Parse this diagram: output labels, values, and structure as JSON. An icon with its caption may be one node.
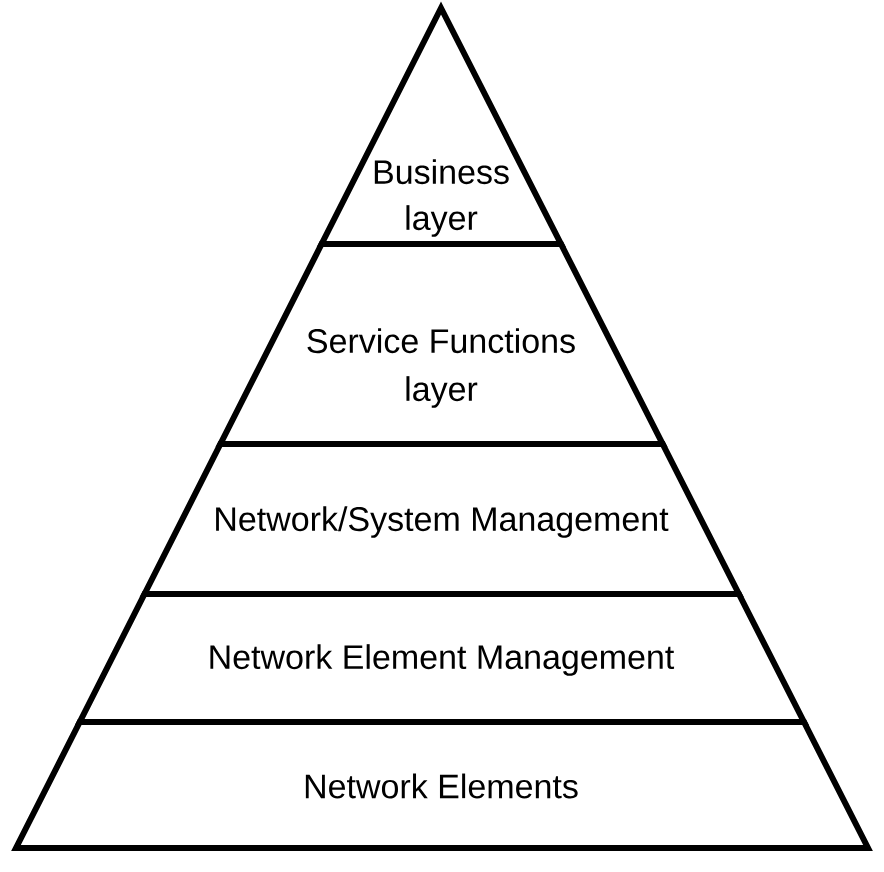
{
  "diagram": {
    "nodes": [
      {
        "text": [
          "Business layer"
        ]
      },
      {
        "text": [
          "Service Functions layer"
        ]
      },
      {
        "text": [
          "Network/System Management"
        ]
      },
      {
        "text": [
          "Network Element Management"
        ]
      },
      {
        "text": [
          "Network Elements"
        ]
      }
    ]
  }
}
